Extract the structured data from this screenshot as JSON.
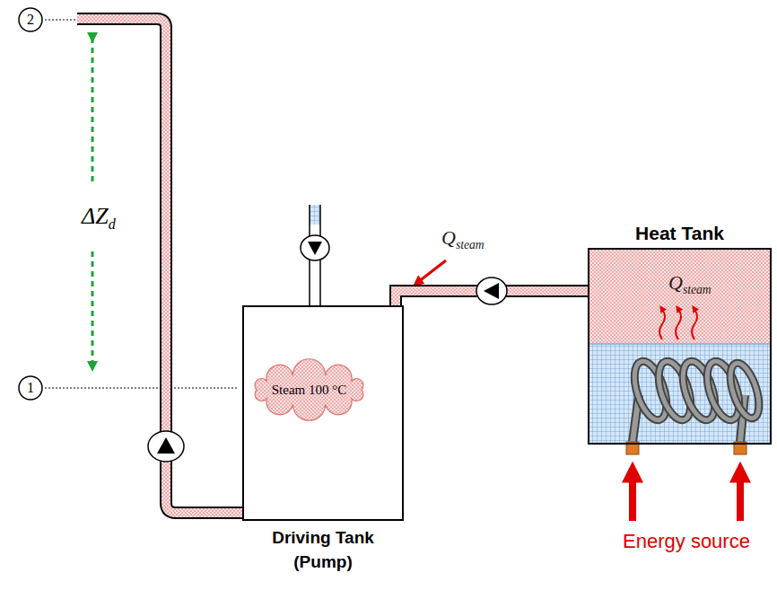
{
  "diagram": {
    "nodes": [
      {
        "text": [
          "2"
        ]
      },
      {
        "text": [
          "1"
        ]
      },
      {
        "text": [
          "Driving Tank (Pump)"
        ]
      },
      {
        "text": [
          "Steam 100 °C"
        ],
        "in": 2
      },
      {
        "text": [
          "Heat Tank",
          "Qsteam"
        ]
      }
    ],
    "edges": [
      {
        "from": 4,
        "to": 2,
        "arrow": "none"
      }
    ],
    "labels": [
      "ΔZd",
      "Qsteam",
      "Energy source"
    ]
  }
}
